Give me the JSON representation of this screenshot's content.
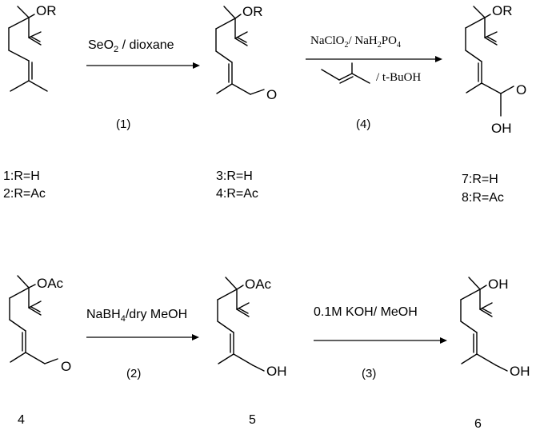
{
  "compounds": {
    "c1_2": {
      "group": "OR",
      "labels": [
        "1:R=H",
        "2:R=Ac"
      ]
    },
    "c3_4": {
      "group": "OR",
      "carbonyl": "O",
      "labels": [
        "3:R=H",
        "4:R=Ac"
      ]
    },
    "c7_8": {
      "group": "OR",
      "carbonyl": "O",
      "hydroxyl": "OH",
      "labels": [
        "7:R=H",
        "8:R=Ac"
      ]
    },
    "c4": {
      "group": "OAc",
      "carbonyl": "O",
      "label": "4"
    },
    "c5": {
      "group": "OAc",
      "hydroxyl": "OH",
      "label": "5"
    },
    "c6": {
      "group": "OH",
      "hydroxyl": "OH",
      "label": "6"
    }
  },
  "steps": [
    {
      "step": "(1)",
      "reagent_main": "SeO",
      "reagent_sub": "2",
      "reagent_rest": " / dioxane"
    },
    {
      "step": "(4)",
      "reagent_a": "NaClO",
      "reagent_a_sub": "2",
      "reagent_b": "/ NaH",
      "reagent_b_sub": "2",
      "reagent_c": "PO",
      "reagent_c_sub": "4",
      "reagent_line2": "/ t-BuOH"
    },
    {
      "step": "(2)",
      "reagent_main": "NaBH",
      "reagent_sub": "4",
      "reagent_rest": "/dry MeOH"
    },
    {
      "step": "(3)",
      "reagent": "0.1M KOH/ MeOH"
    }
  ]
}
